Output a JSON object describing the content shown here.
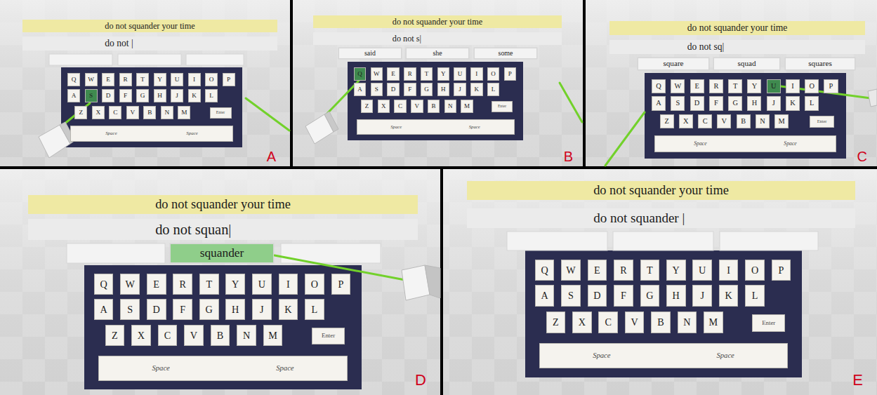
{
  "diagram": {
    "nodes": [
      {
        "text": [
          "A"
        ]
      },
      {
        "text": [
          "do not squander your time"
        ],
        "in": 0
      },
      {
        "text": [
          "do not |"
        ],
        "in": 0
      },
      {
        "text": [
          "Q"
        ],
        "in": 0
      },
      {
        "text": [
          "W"
        ],
        "in": 0
      },
      {
        "text": [
          "E"
        ],
        "in": 0
      },
      {
        "text": [
          "R"
        ],
        "in": 0
      },
      {
        "text": [
          "T"
        ],
        "in": 0
      },
      {
        "text": [
          "Y"
        ],
        "in": 0
      },
      {
        "text": [
          "U"
        ],
        "in": 0
      },
      {
        "text": [
          "I"
        ],
        "in": 0
      },
      {
        "text": [
          "O"
        ],
        "in": 0
      },
      {
        "text": [
          "P"
        ],
        "in": 0
      },
      {
        "text": [
          "A"
        ],
        "in": 0
      },
      {
        "text": [
          "S"
        ],
        "in": 0
      },
      {
        "text": [
          "D"
        ],
        "in": 0
      },
      {
        "text": [
          "F"
        ],
        "in": 0
      },
      {
        "text": [
          "G"
        ],
        "in": 0
      },
      {
        "text": [
          "H"
        ],
        "in": 0
      },
      {
        "text": [
          "J"
        ],
        "in": 0
      },
      {
        "text": [
          "K"
        ],
        "in": 0
      },
      {
        "text": [
          "L"
        ],
        "in": 0
      },
      {
        "text": [
          "Z"
        ],
        "in": 0
      },
      {
        "text": [
          "X"
        ],
        "in": 0
      },
      {
        "text": [
          "C"
        ],
        "in": 0
      },
      {
        "text": [
          "V"
        ],
        "in": 0
      },
      {
        "text": [
          "B"
        ],
        "in": 0
      },
      {
        "text": [
          "N"
        ],
        "in": 0
      },
      {
        "text": [
          "M"
        ],
        "in": 0
      },
      {
        "text": [
          "Enter"
        ],
        "in": 0
      },
      {
        "text": [
          "Space",
          "Space"
        ],
        "in": 0
      },
      {
        "text": [
          "B"
        ]
      },
      {
        "text": [
          "do not squander your time"
        ],
        "in": 31
      },
      {
        "text": [
          "do not s|"
        ],
        "in": 31
      },
      {
        "text": [
          "said"
        ],
        "in": 31
      },
      {
        "text": [
          "she"
        ],
        "in": 31
      },
      {
        "text": [
          "some"
        ],
        "in": 31
      },
      {
        "text": [
          "Q"
        ],
        "in": 31
      },
      {
        "text": [
          "W"
        ],
        "in": 31
      },
      {
        "text": [
          "E"
        ],
        "in": 31
      },
      {
        "text": [
          "R"
        ],
        "in": 31
      },
      {
        "text": [
          "T"
        ],
        "in": 31
      },
      {
        "text": [
          "Y"
        ],
        "in": 31
      },
      {
        "text": [
          "U"
        ],
        "in": 31
      },
      {
        "text": [
          "I"
        ],
        "in": 31
      },
      {
        "text": [
          "O"
        ],
        "in": 31
      },
      {
        "text": [
          "P"
        ],
        "in": 31
      },
      {
        "text": [
          "A"
        ],
        "in": 31
      },
      {
        "text": [
          "S"
        ],
        "in": 31
      },
      {
        "text": [
          "D"
        ],
        "in": 31
      },
      {
        "text": [
          "F"
        ],
        "in": 31
      },
      {
        "text": [
          "G"
        ],
        "in": 31
      },
      {
        "text": [
          "H"
        ],
        "in": 31
      },
      {
        "text": [
          "J"
        ],
        "in": 31
      },
      {
        "text": [
          "K"
        ],
        "in": 31
      },
      {
        "text": [
          "L"
        ],
        "in": 31
      },
      {
        "text": [
          "Z"
        ],
        "in": 31
      },
      {
        "text": [
          "X"
        ],
        "in": 31
      },
      {
        "text": [
          "C"
        ],
        "in": 31
      },
      {
        "text": [
          "V"
        ],
        "in": 31
      },
      {
        "text": [
          "B"
        ],
        "in": 31
      },
      {
        "text": [
          "N"
        ],
        "in": 31
      },
      {
        "text": [
          "M"
        ],
        "in": 31
      },
      {
        "text": [
          "Enter"
        ],
        "in": 31
      },
      {
        "text": [
          "Space",
          "Space"
        ],
        "in": 31
      },
      {
        "text": [
          "C"
        ]
      },
      {
        "text": [
          "do not squander your time"
        ],
        "in": 65
      },
      {
        "text": [
          "do not sq|"
        ],
        "in": 65
      },
      {
        "text": [
          "square"
        ],
        "in": 65
      },
      {
        "text": [
          "squad"
        ],
        "in": 65
      },
      {
        "text": [
          "squares"
        ],
        "in": 65
      },
      {
        "text": [
          "Q"
        ],
        "in": 65
      },
      {
        "text": [
          "W"
        ],
        "in": 65
      },
      {
        "text": [
          "E"
        ],
        "in": 65
      },
      {
        "text": [
          "R"
        ],
        "in": 65
      },
      {
        "text": [
          "T"
        ],
        "in": 65
      },
      {
        "text": [
          "Y"
        ],
        "in": 65
      },
      {
        "text": [
          "U"
        ],
        "in": 65
      },
      {
        "text": [
          "I"
        ],
        "in": 65
      },
      {
        "text": [
          "O"
        ],
        "in": 65
      },
      {
        "text": [
          "P"
        ],
        "in": 65
      },
      {
        "text": [
          "A"
        ],
        "in": 65
      },
      {
        "text": [
          "S"
        ],
        "in": 65
      },
      {
        "text": [
          "D"
        ],
        "in": 65
      },
      {
        "text": [
          "F"
        ],
        "in": 65
      },
      {
        "text": [
          "G"
        ],
        "in": 65
      },
      {
        "text": [
          "H"
        ],
        "in": 65
      },
      {
        "text": [
          "J"
        ],
        "in": 65
      },
      {
        "text": [
          "K"
        ],
        "in": 65
      },
      {
        "text": [
          "L"
        ],
        "in": 65
      },
      {
        "text": [
          "Z"
        ],
        "in": 65
      },
      {
        "text": [
          "X"
        ],
        "in": 65
      },
      {
        "text": [
          "C"
        ],
        "in": 65
      },
      {
        "text": [
          "V"
        ],
        "in": 65
      },
      {
        "text": [
          "B"
        ],
        "in": 65
      },
      {
        "text": [
          "N"
        ],
        "in": 65
      },
      {
        "text": [
          "M"
        ],
        "in": 65
      },
      {
        "text": [
          "Enter"
        ],
        "in": 65
      },
      {
        "text": [
          "Space",
          "Space"
        ],
        "in": 65
      },
      {
        "text": [
          "D"
        ]
      },
      {
        "text": [
          "do not squander your time"
        ],
        "in": 99
      },
      {
        "text": [
          "do not squan|"
        ],
        "in": 99
      },
      {
        "text": [
          "squander"
        ],
        "in": 99
      },
      {
        "text": [
          "Q"
        ],
        "in": 99
      },
      {
        "text": [
          "W"
        ],
        "in": 99
      },
      {
        "text": [
          "E"
        ],
        "in": 99
      },
      {
        "text": [
          "R"
        ],
        "in": 99
      },
      {
        "text": [
          "T"
        ],
        "in": 99
      },
      {
        "text": [
          "Y"
        ],
        "in": 99
      },
      {
        "text": [
          "U"
        ],
        "in": 99
      },
      {
        "text": [
          "I"
        ],
        "in": 99
      },
      {
        "text": [
          "O"
        ],
        "in": 99
      },
      {
        "text": [
          "P"
        ],
        "in": 99
      },
      {
        "text": [
          "A"
        ],
        "in": 99
      },
      {
        "text": [
          "S"
        ],
        "in": 99
      },
      {
        "text": [
          "D"
        ],
        "in": 99
      },
      {
        "text": [
          "F"
        ],
        "in": 99
      },
      {
        "text": [
          "G"
        ],
        "in": 99
      },
      {
        "text": [
          "H"
        ],
        "in": 99
      },
      {
        "text": [
          "J"
        ],
        "in": 99
      },
      {
        "text": [
          "K"
        ],
        "in": 99
      },
      {
        "text": [
          "L"
        ],
        "in": 99
      },
      {
        "text": [
          "Z"
        ],
        "in": 99
      },
      {
        "text": [
          "X"
        ],
        "in": 99
      },
      {
        "text": [
          "C"
        ],
        "in": 99
      },
      {
        "text": [
          "V"
        ],
        "in": 99
      },
      {
        "text": [
          "B"
        ],
        "in": 99
      },
      {
        "text": [
          "N"
        ],
        "in": 99
      },
      {
        "text": [
          "M"
        ],
        "in": 99
      },
      {
        "text": [
          "Enter"
        ],
        "in": 99
      },
      {
        "text": [
          "Space",
          "Space"
        ],
        "in": 99
      },
      {
        "text": [
          "E"
        ]
      },
      {
        "text": [
          "do not squander your time"
        ],
        "in": 131
      },
      {
        "text": [
          "do not squander |"
        ],
        "in": 131
      },
      {
        "text": [
          "Q"
        ],
        "in": 131
      },
      {
        "text": [
          "W"
        ],
        "in": 131
      },
      {
        "text": [
          "E"
        ],
        "in": 131
      },
      {
        "text": [
          "R"
        ],
        "in": 131
      },
      {
        "text": [
          "T"
        ],
        "in": 131
      },
      {
        "text": [
          "Y"
        ],
        "in": 131
      },
      {
        "text": [
          "U"
        ],
        "in": 131
      },
      {
        "text": [
          "I"
        ],
        "in": 131
      },
      {
        "text": [
          "O"
        ],
        "in": 131
      },
      {
        "text": [
          "P"
        ],
        "in": 131
      },
      {
        "text": [
          "A"
        ],
        "in": 131
      },
      {
        "text": [
          "S"
        ],
        "in": 131
      },
      {
        "text": [
          "D"
        ],
        "in": 131
      },
      {
        "text": [
          "F"
        ],
        "in": 131
      },
      {
        "text": [
          "G"
        ],
        "in": 131
      },
      {
        "text": [
          "H"
        ],
        "in": 131
      },
      {
        "text": [
          "J"
        ],
        "in": 131
      },
      {
        "text": [
          "K"
        ],
        "in": 131
      },
      {
        "text": [
          "L"
        ],
        "in": 131
      },
      {
        "text": [
          "Z"
        ],
        "in": 131
      },
      {
        "text": [
          "X"
        ],
        "in": 131
      },
      {
        "text": [
          "C"
        ],
        "in": 131
      },
      {
        "text": [
          "V"
        ],
        "in": 131
      },
      {
        "text": [
          "B"
        ],
        "in": 131
      },
      {
        "text": [
          "N"
        ],
        "in": 131
      },
      {
        "text": [
          "M"
        ],
        "in": 131
      },
      {
        "text": [
          "Enter"
        ],
        "in": 131
      },
      {
        "text": [
          "Space",
          "Space"
        ],
        "in": 131
      }
    ]
  }
}
